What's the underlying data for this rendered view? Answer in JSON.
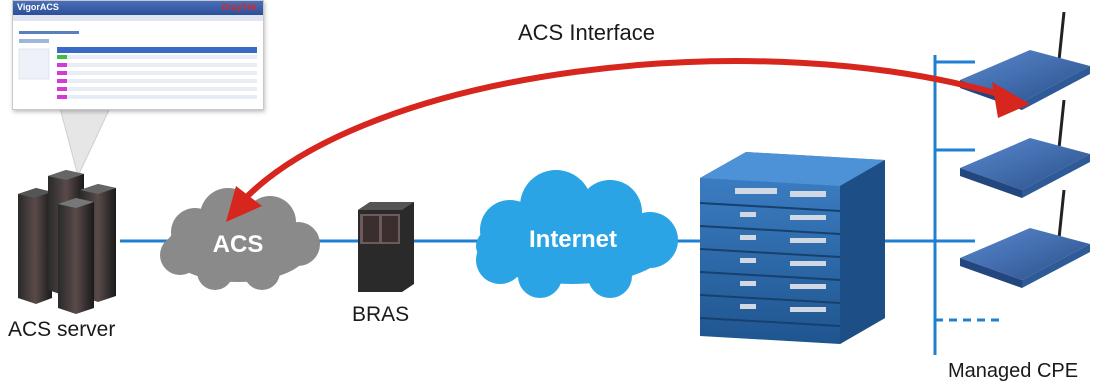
{
  "labels": {
    "acs_interface": "ACS Interface",
    "acs_server": "ACS server",
    "acs_cloud": "ACS",
    "internet_cloud": "Internet",
    "bras": "BRAS",
    "managed_cpe": "Managed CPE"
  },
  "screenshot": {
    "logo": "VigorACS",
    "brand": "DrayTek"
  },
  "colors": {
    "link_line": "#1f7fd0",
    "arrow": "#d7261e",
    "internet_cloud": "#2aa4e4",
    "acs_cloud": "#8a8a8a",
    "switch_body": "#2f6db0",
    "cpe_body": "#3a67a8"
  },
  "icons": [
    "server-icon",
    "cloud-icon",
    "bras-icon",
    "switch-stack-icon",
    "router-icon"
  ]
}
